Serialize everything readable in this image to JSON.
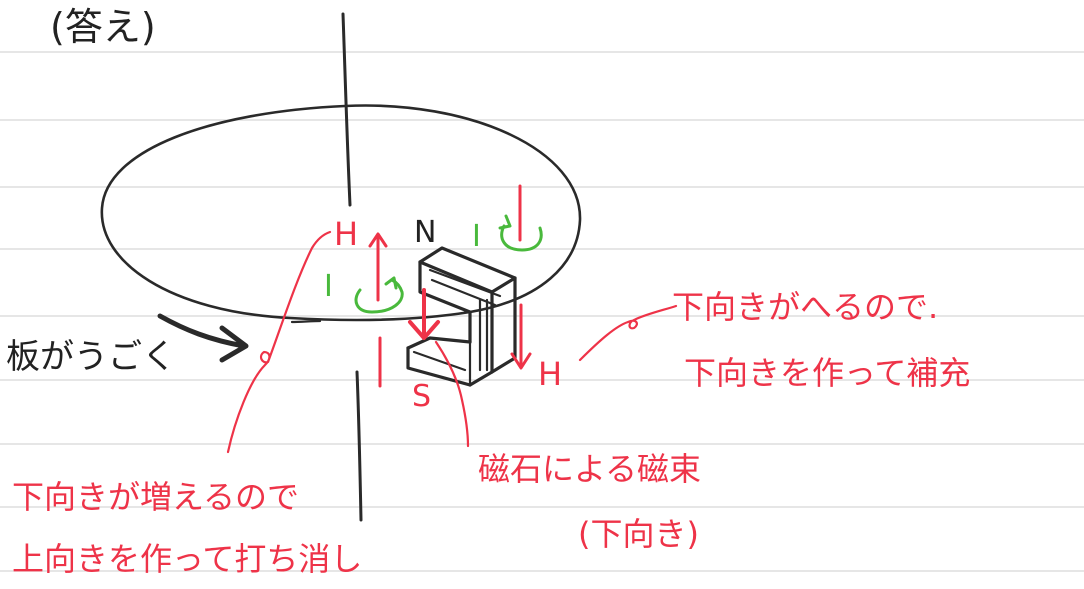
{
  "header": {
    "answer_label": "(答え)"
  },
  "labels": {
    "board_moves": "板がうごく",
    "h_upper": "H",
    "h_right": "H",
    "north": "N",
    "south": "S",
    "current_left": "I",
    "current_right": "I"
  },
  "notes": {
    "left_line1": "下向きが増えるので",
    "left_line2": "上向きを作って打ち消し",
    "right_line1": "下向きがへるので.",
    "right_line2": "下向きを作って補充",
    "bottom_line1": "磁石による磁束",
    "bottom_line2": "(下向き)"
  },
  "colors": {
    "ink": "#2a2a2a",
    "red": "#ee3348",
    "green": "#49b93c",
    "ruled_line": "#d8d8d8"
  }
}
